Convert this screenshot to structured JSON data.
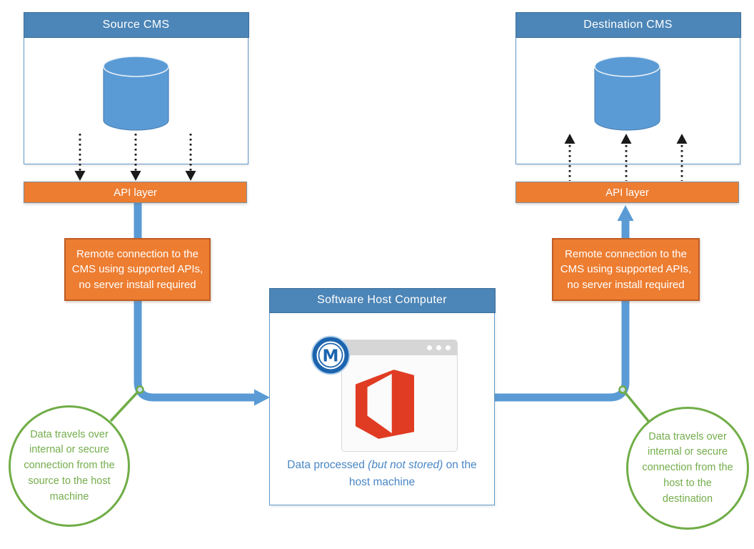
{
  "source_panel": {
    "title": "Source CMS",
    "api_label": "API layer"
  },
  "destination_panel": {
    "title": "Destination CMS",
    "api_label": "API layer"
  },
  "host_panel": {
    "title": "Software Host Computer",
    "logo_letter": "M",
    "caption_pre": "Data processed ",
    "caption_italic": "(but not stored)",
    "caption_post": " on the host machine"
  },
  "annotations": {
    "source_remote_note": "Remote connection to the CMS using supported APIs, no server install required",
    "destination_remote_note": "Remote connection to the CMS using supported APIs, no server install required",
    "source_transport_note": "Data travels over internal or secure connection from the source to the host machine",
    "destination_transport_note": "Data travels over internal or secure connection from the host to the destination"
  },
  "colors": {
    "panel_header_blue": "#4C85B7",
    "panel_border_blue": "#6397C5",
    "cylinder_blue": "#5B9BD5",
    "connector_blue": "#5B9BD5",
    "api_bar_orange": "#ED7D31",
    "note_border_orange": "#BF5D24",
    "callout_green": "#70AD47",
    "office_logo_red": "#E03C23",
    "m_badge_blue": "#1C64AE",
    "caption_blue": "#4A87C5",
    "dotted_arrow_black": "#1A1A1A"
  }
}
